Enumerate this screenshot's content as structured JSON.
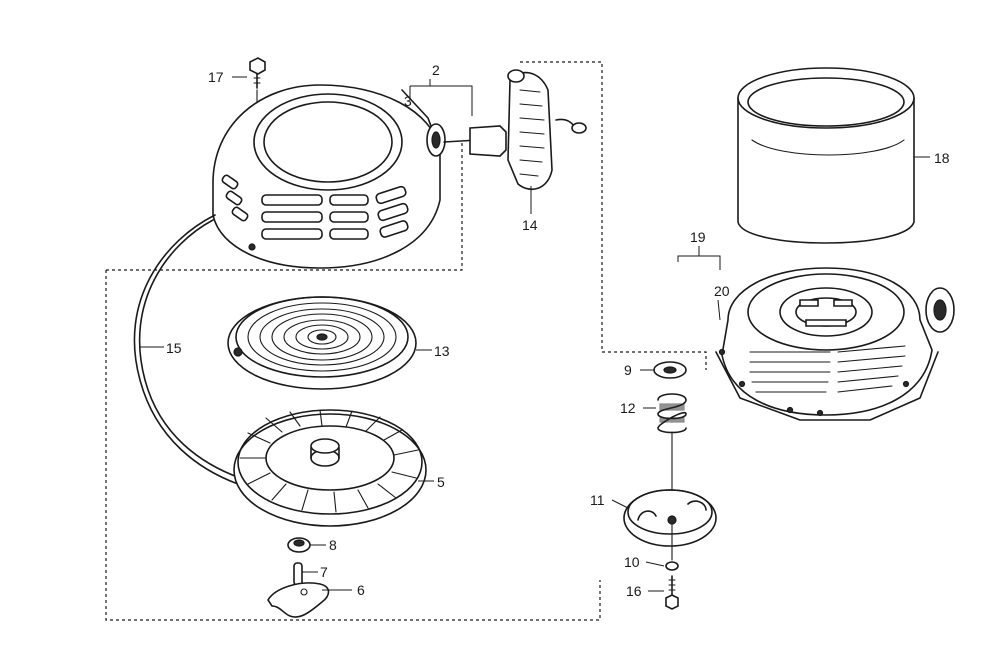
{
  "part_labels": {
    "p2": "2",
    "p3": "3",
    "p5": "5",
    "p6": "6",
    "p7": "7",
    "p8": "8",
    "p9": "9",
    "p10": "10",
    "p11": "11",
    "p12": "12",
    "p13": "13",
    "p14": "14",
    "p15": "15",
    "p16": "16",
    "p17": "17",
    "p18": "18",
    "p19": "19",
    "p20": "20"
  },
  "colors": {
    "line": "#1a1a1a",
    "background": "#ffffff"
  }
}
